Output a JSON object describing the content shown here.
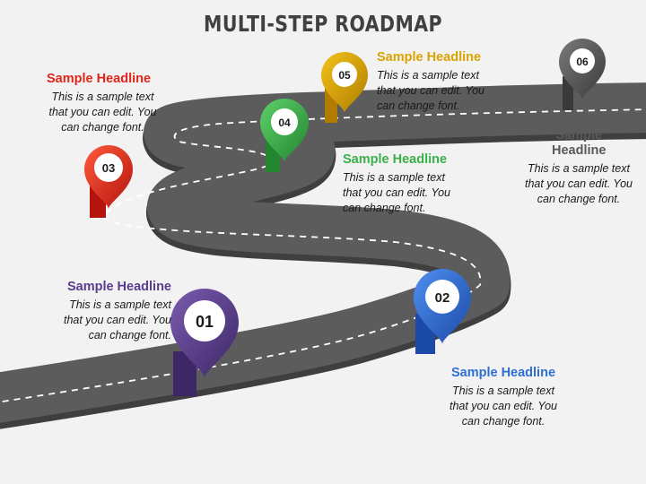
{
  "title": "MULTI-STEP ROADMAP",
  "steps": [
    {
      "number": "01",
      "color": "#5a3c8c",
      "headline": "Sample Headline",
      "text": "This is a sample text that you can edit. You can change font."
    },
    {
      "number": "02",
      "color": "#2f6fd1",
      "headline": "Sample Headline",
      "text": "This is a sample text that you can edit. You can change font."
    },
    {
      "number": "03",
      "color": "#e0251b",
      "headline": "Sample Headline",
      "text": "This is a sample text that you can edit. You can change font."
    },
    {
      "number": "04",
      "color": "#3ab04a",
      "headline": "Sample Headline",
      "text": "This is a sample text that you can edit. You can change font."
    },
    {
      "number": "05",
      "color": "#d9a300",
      "headline": "Sample Headline",
      "text": "This is a sample text that you can edit. You can change font."
    },
    {
      "number": "06",
      "color": "#595959",
      "headline": "Sample Headline",
      "text": "This is a sample text that you can edit. You can change font."
    }
  ]
}
